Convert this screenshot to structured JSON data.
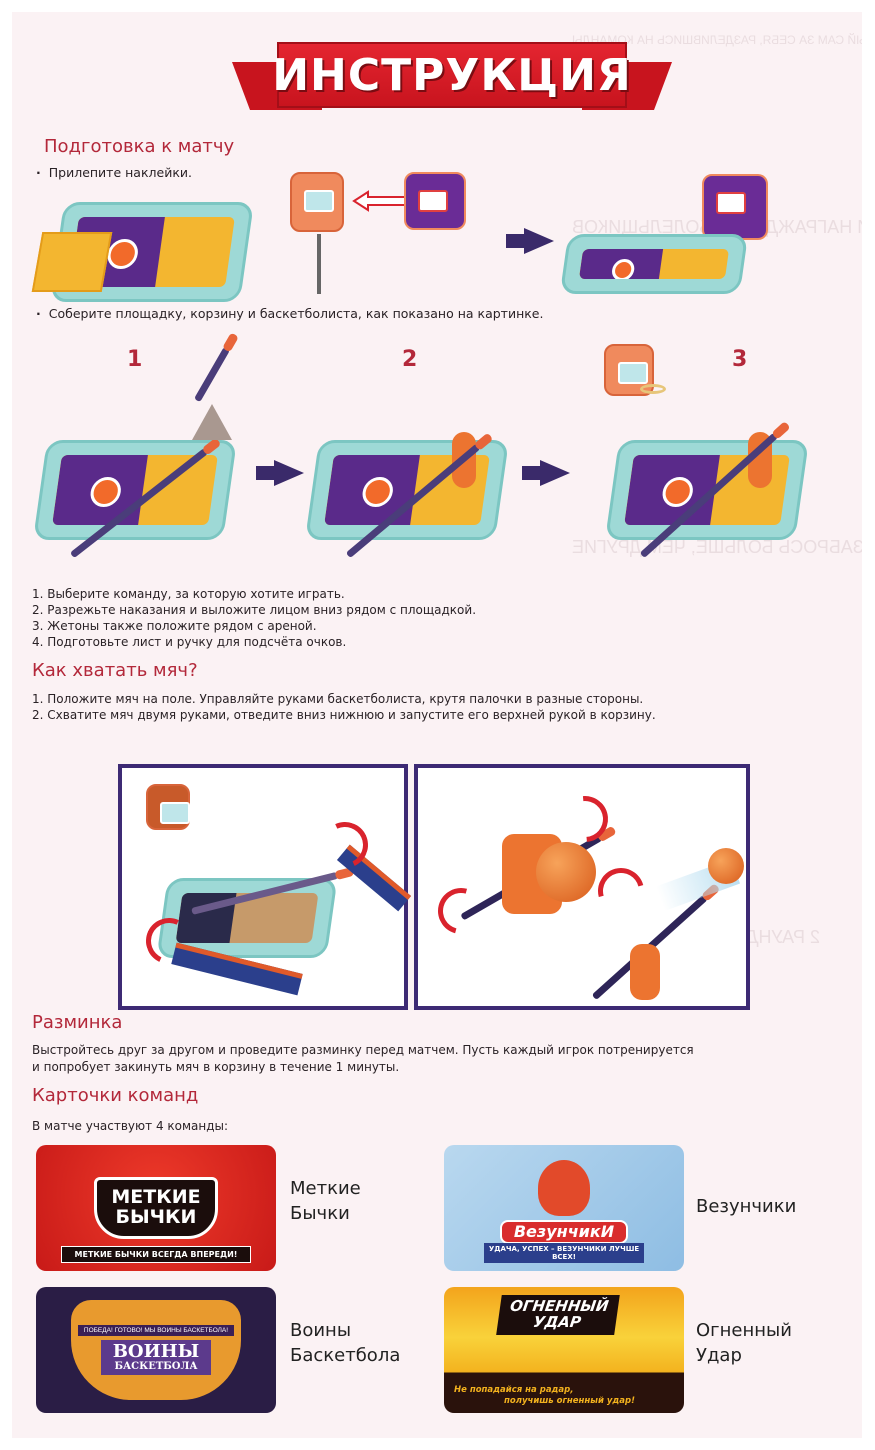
{
  "title": "ИНСТРУКЦИЯ",
  "sections": {
    "preparation": {
      "heading": "Подготовка к матчу",
      "bullet_1": "Прилепите наклейки.",
      "bullet_2": "Соберите площадку, корзину и баскетболиста, как показано на картинке.",
      "step_numbers": [
        "1",
        "2",
        "3"
      ],
      "steps": [
        "1. Выберите команду, за которую хотите играть.",
        "2. Разрежьте наказания и выложите лицом вниз рядом с площадкой.",
        "3. Жетоны также положите рядом с ареной.",
        "4. Подготовьте лист и ручку для подсчёта очков."
      ]
    },
    "how_to_grab": {
      "heading": "Как хватать мяч?",
      "steps": [
        "1. Положите мяч на поле. Управляйте руками баскетболиста, крутя палочки в разные стороны.",
        "2. Схватите мяч двумя руками, отведите вниз нижнюю и запустите его верхней рукой в корзину."
      ]
    },
    "warmup": {
      "heading": "Разминка",
      "text_line_1": "Выстройтесь друг за другом и проведите разминку перед матчем. Пусть каждый игрок потренируется",
      "text_line_2": "и попробует закинуть мяч в корзину в течение 1 минуты."
    },
    "team_cards": {
      "heading": "Карточки команд",
      "intro": "В матче участвуют 4 команды:",
      "teams": [
        {
          "name_line_1": "Меткие",
          "name_line_2": "Бычки",
          "logo_line_1": "МЕТКИЕ",
          "logo_line_2": "БЫЧКИ",
          "slogan": "МЕТКИЕ БЫЧКИ ВСЕГДА ВПЕРЕДИ!",
          "color": "#d9261f"
        },
        {
          "name_line_1": "Везунчики",
          "name_line_2": "",
          "logo_line_1": "ВезунчикИ",
          "logo_line_2": "",
          "slogan": "УДАЧА, УСПЕХ – ВЕЗУНЧИКИ ЛУЧШЕ ВСЕХ!",
          "color": "#9ec6e8"
        },
        {
          "name_line_1": "Воины",
          "name_line_2": "Баскетбола",
          "logo_line_1": "ВОИНЫ",
          "logo_line_2": "БАСКЕТБОЛА",
          "slogan": "ПОБЕДА! ГОТОВО! МЫ ВОИНЫ БАСКЕТБОЛА!",
          "color": "#2a1d45"
        },
        {
          "name_line_1": "Огненный",
          "name_line_2": "Удар",
          "logo_line_1": "ОГНЕННЫЙ",
          "logo_line_2": "УДАР",
          "slogan_line_1": "Не попадайся на радар,",
          "slogan_line_2": "получишь огненный удар!",
          "color": "#f3b21e"
        }
      ]
    }
  },
  "colors": {
    "accent_red": "#c8141e",
    "heading_red": "#b3283a",
    "frame_purple": "#3d2a74",
    "page_bg": "#fbf2f4"
  }
}
